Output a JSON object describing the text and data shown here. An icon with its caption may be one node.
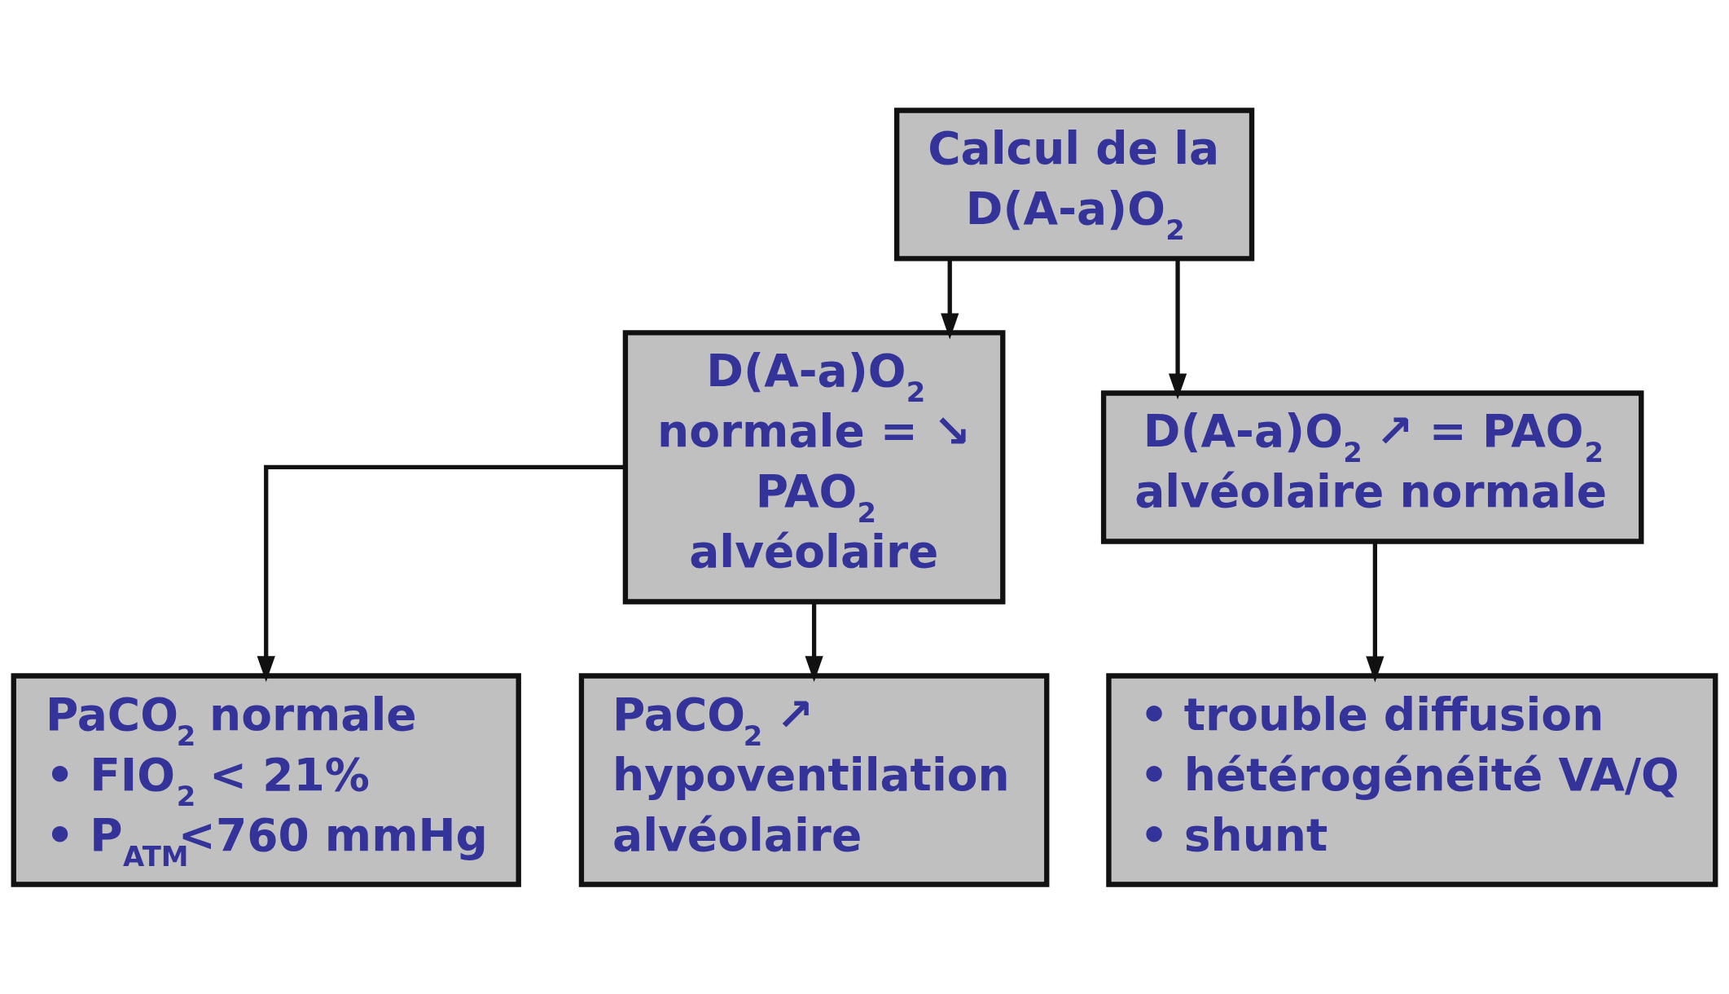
{
  "diagram": {
    "nodes": [
      {
        "text": [
          "Calcul de la D(A-a)O$_{2}$"
        ]
      },
      {
        "text": [
          "D(A-a)O$_{2}$ normale = ↘ PAO$_{2}$ alvéolaire"
        ]
      },
      {
        "text": [
          "D(A-a)O$_{2}$ ↗ = PAO$_{2}$ alvéolaire normale"
        ]
      },
      {
        "text": [
          "PaCO$_{2}$ normale",
          "• FIO$_{2}$ < 21%",
          "• P$_{ATM}$<760 mmHg"
        ]
      },
      {
        "text": [
          "PaCO$_{2}$ ↗ hypoventilation alvéolaire"
        ]
      },
      {
        "text": [
          "• trouble diffusion",
          "• hétérogénéité VA/Q",
          "• shunt"
        ]
      }
    ],
    "edges": [
      {
        "from": 0,
        "to": 1,
        "arrow": "to"
      },
      {
        "from": 0,
        "to": 2,
        "arrow": "to"
      },
      {
        "from": 1,
        "to": 3,
        "arrow": "to"
      },
      {
        "from": 1,
        "to": 4,
        "arrow": "to"
      },
      {
        "from": 2,
        "to": 5,
        "arrow": "to"
      }
    ]
  }
}
